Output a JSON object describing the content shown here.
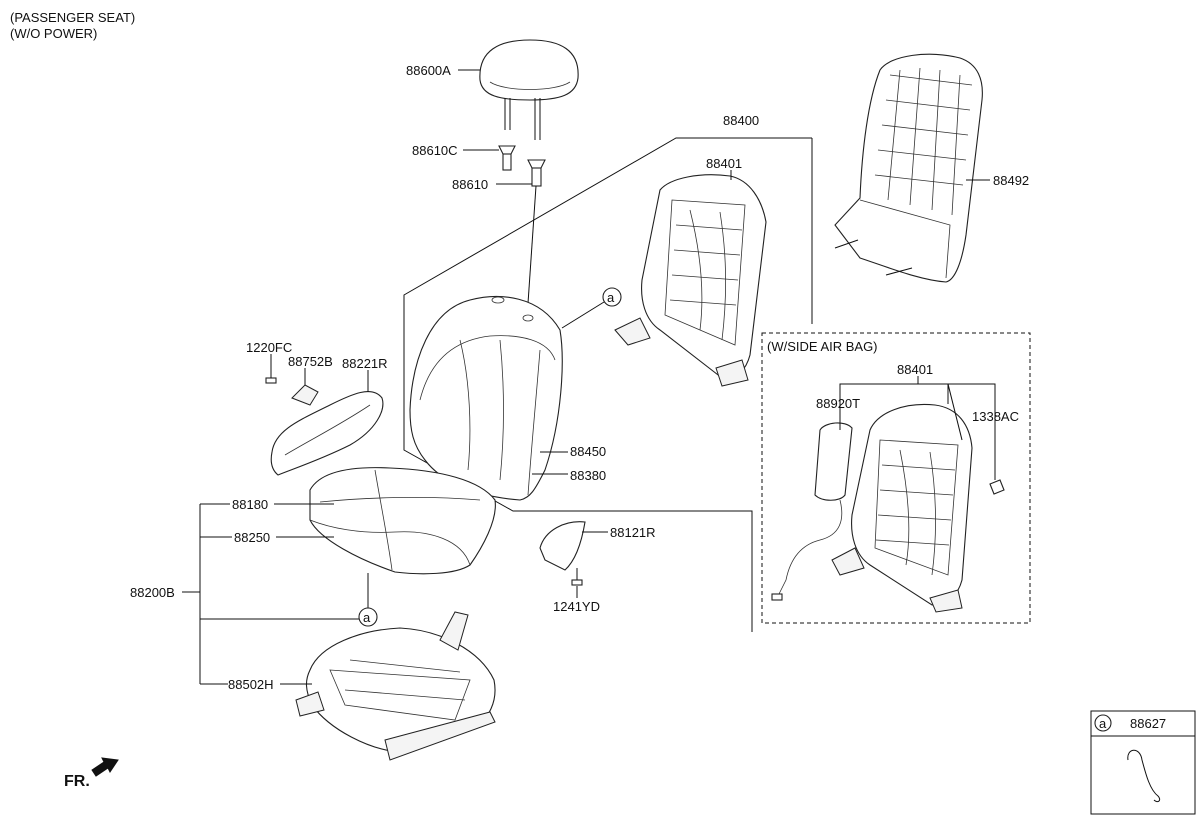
{
  "header": {
    "line1": "(PASSENGER SEAT)",
    "line2": "(W/O POWER)"
  },
  "inset": {
    "title": "(W/SIDE AIR BAG)"
  },
  "legend": {
    "marker": "a",
    "part": "88627"
  },
  "markers": {
    "a1": "a",
    "a2": "a"
  },
  "front_label": "FR.",
  "parts": {
    "p88600A": "88600A",
    "p88610C": "88610C",
    "p88610": "88610",
    "p88400": "88400",
    "p88401": "88401",
    "p88492": "88492",
    "p1220FC": "1220FC",
    "p88752B": "88752B",
    "p88221R": "88221R",
    "p88450": "88450",
    "p88380": "88380",
    "p88180": "88180",
    "p88250": "88250",
    "p88200B": "88200B",
    "p88502H": "88502H",
    "p88121R": "88121R",
    "p1241YD": "1241YD",
    "p88401b": "88401",
    "p88920T": "88920T",
    "p1338AC": "1338AC"
  }
}
